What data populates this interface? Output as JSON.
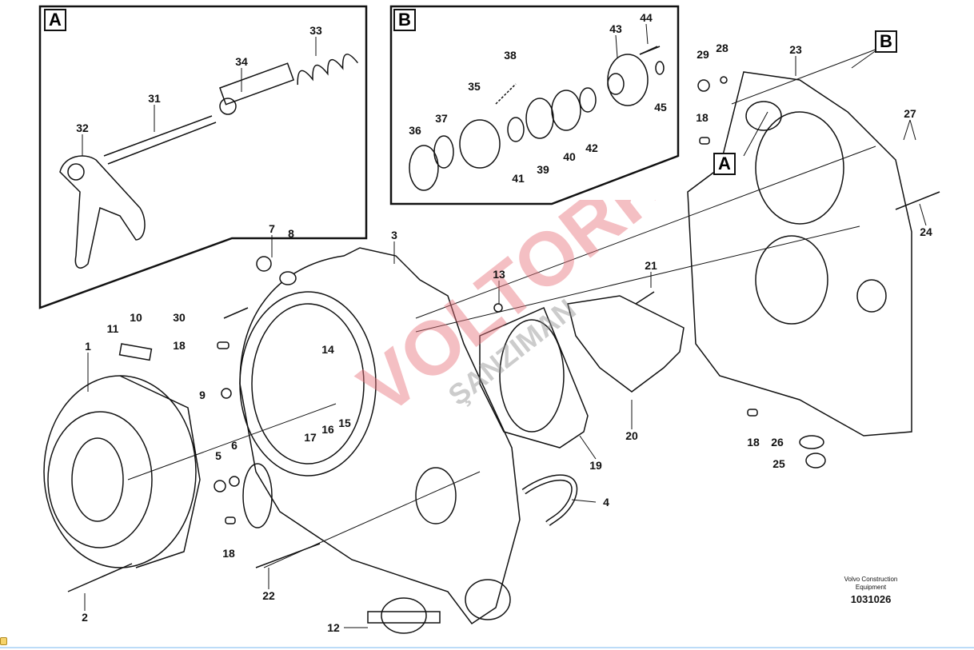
{
  "diagram": {
    "inset_labels": [
      "A",
      "B"
    ],
    "reference_labels": [
      "B",
      "A"
    ],
    "callouts": [
      "33",
      "34",
      "31",
      "32",
      "44",
      "43",
      "38",
      "35",
      "37",
      "36",
      "41",
      "39",
      "40",
      "42",
      "45",
      "29",
      "28",
      "23",
      "18",
      "27",
      "24",
      "21",
      "13",
      "3",
      "7",
      "8",
      "30",
      "18",
      "10",
      "11",
      "1",
      "14",
      "9",
      "17",
      "16",
      "15",
      "5",
      "6",
      "18",
      "22",
      "2",
      "12",
      "19",
      "20",
      "4",
      "18",
      "26",
      "25"
    ],
    "footer": {
      "line1": "Volvo Construction",
      "line2": "Equipment",
      "number": "1031026"
    },
    "watermark": {
      "line1": "VOLTORK",
      "line2": "ŞANZIMAN",
      "color": "#e8737c"
    }
  }
}
